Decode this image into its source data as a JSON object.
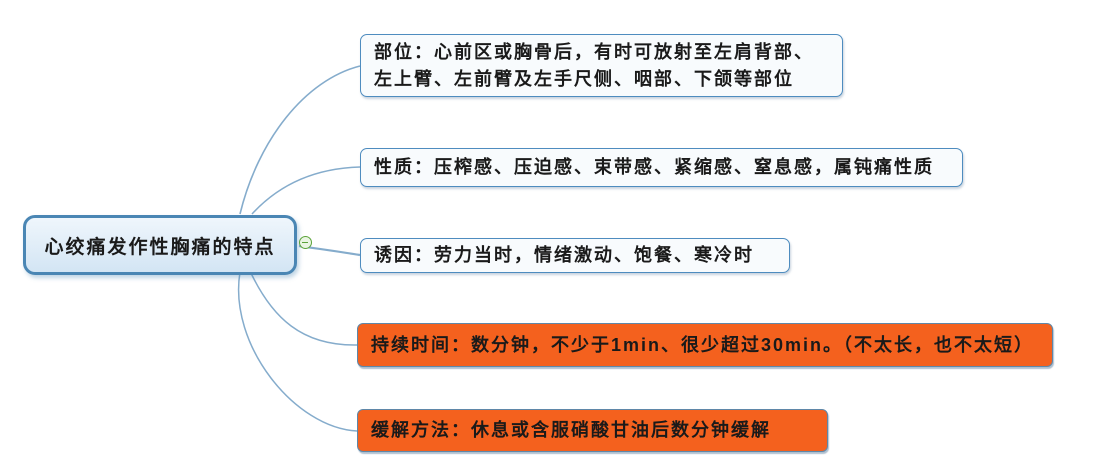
{
  "diagram": {
    "type": "mindmap",
    "root": {
      "label": "心绞痛发作性胸痛的特点",
      "collapse_icon": "minus"
    },
    "branches": [
      {
        "id": "location",
        "style": "plain",
        "label": "部位：心前区或胸骨后，有时可放射至左肩背部、\n左上臂、左前臂及左手尺侧、咽部、下颌等部位"
      },
      {
        "id": "quality",
        "style": "plain",
        "label": "性质：压榨感、压迫感、束带感、紧缩感、窒息感，属钝痛性质"
      },
      {
        "id": "trigger",
        "style": "plain",
        "label": "诱因：劳力当时，情绪激动、饱餐、寒冷时"
      },
      {
        "id": "duration",
        "style": "highlight",
        "label": "持续时间：数分钟，不少于1min、很少超过30min。（不太长，也不太短）"
      },
      {
        "id": "relief",
        "style": "highlight",
        "label": "缓解方法：休息或含服硝酸甘油后数分钟缓解"
      }
    ],
    "colors": {
      "accent_blue": "#4a86b4",
      "line_blue": "#85accc",
      "node_border_blue": "#4e8cbf",
      "plain_fill": "#f8fbfd",
      "highlight_fill": "#f4611e",
      "highlight_border": "#5f87a8",
      "text": "#1a1a1a",
      "collapse_green": "#5ba33a",
      "root_fill_top": "#eff6fc",
      "root_fill_bottom": "#d3e5f4"
    }
  }
}
